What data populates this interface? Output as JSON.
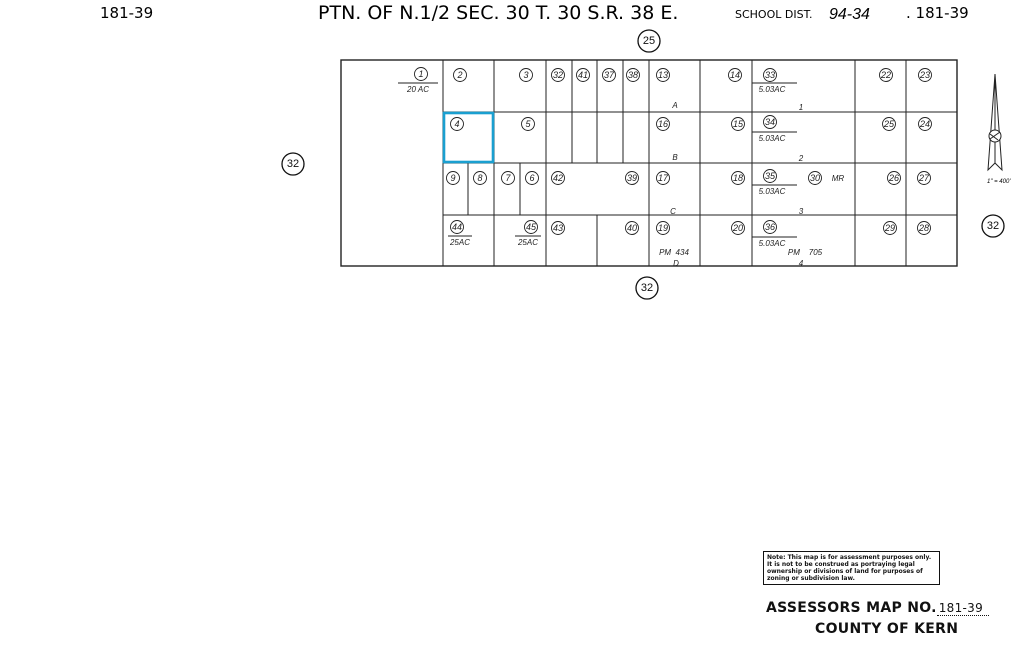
{
  "header": {
    "map_no_left": "181-39",
    "title": "PTN. OF N.1/2 SEC. 30 T. 30 S.R. 38 E.",
    "school_dist_label": "SCHOOL DIST.",
    "school_dist_value": "94-34",
    "map_no_right": ". 181-39"
  },
  "adjacent": {
    "north": "25",
    "west": "32",
    "south": "32",
    "east": "32"
  },
  "parcels": [
    "1",
    "2",
    "3",
    "32",
    "41",
    "37",
    "38",
    "13",
    "14",
    "33",
    "22",
    "23",
    "4",
    "5",
    "16",
    "15",
    "34",
    "25",
    "24",
    "9",
    "8",
    "7",
    "6",
    "42",
    "39",
    "17",
    "18",
    "35",
    "30",
    "26",
    "27",
    "44",
    "45",
    "43",
    "40",
    "19",
    "20",
    "36",
    "29",
    "28"
  ],
  "acreage": {
    "p1": "20 AC",
    "p33": "5.03AC",
    "p34": "5.03AC",
    "p35": "5.03AC",
    "p36": "5.03AC",
    "p44": "25AC",
    "p45": "25AC"
  },
  "lots": [
    "A",
    "B",
    "C",
    "D",
    "1",
    "2",
    "3",
    "4"
  ],
  "annotations": {
    "mr": "MR",
    "pm1": "PM  434",
    "pm2": "PM    705"
  },
  "scale": "1\" = 400'",
  "highlight_color": "#1a9fd0",
  "note": "Note: This map is for assessment purposes only. It is not to be construed as portraying legal ownership or divisions of land for purposes of zoning or subdivision law.",
  "footer": {
    "assessors_label": "ASSESSORS MAP NO.",
    "map_no": "181-39",
    "county": "COUNTY OF KERN"
  }
}
